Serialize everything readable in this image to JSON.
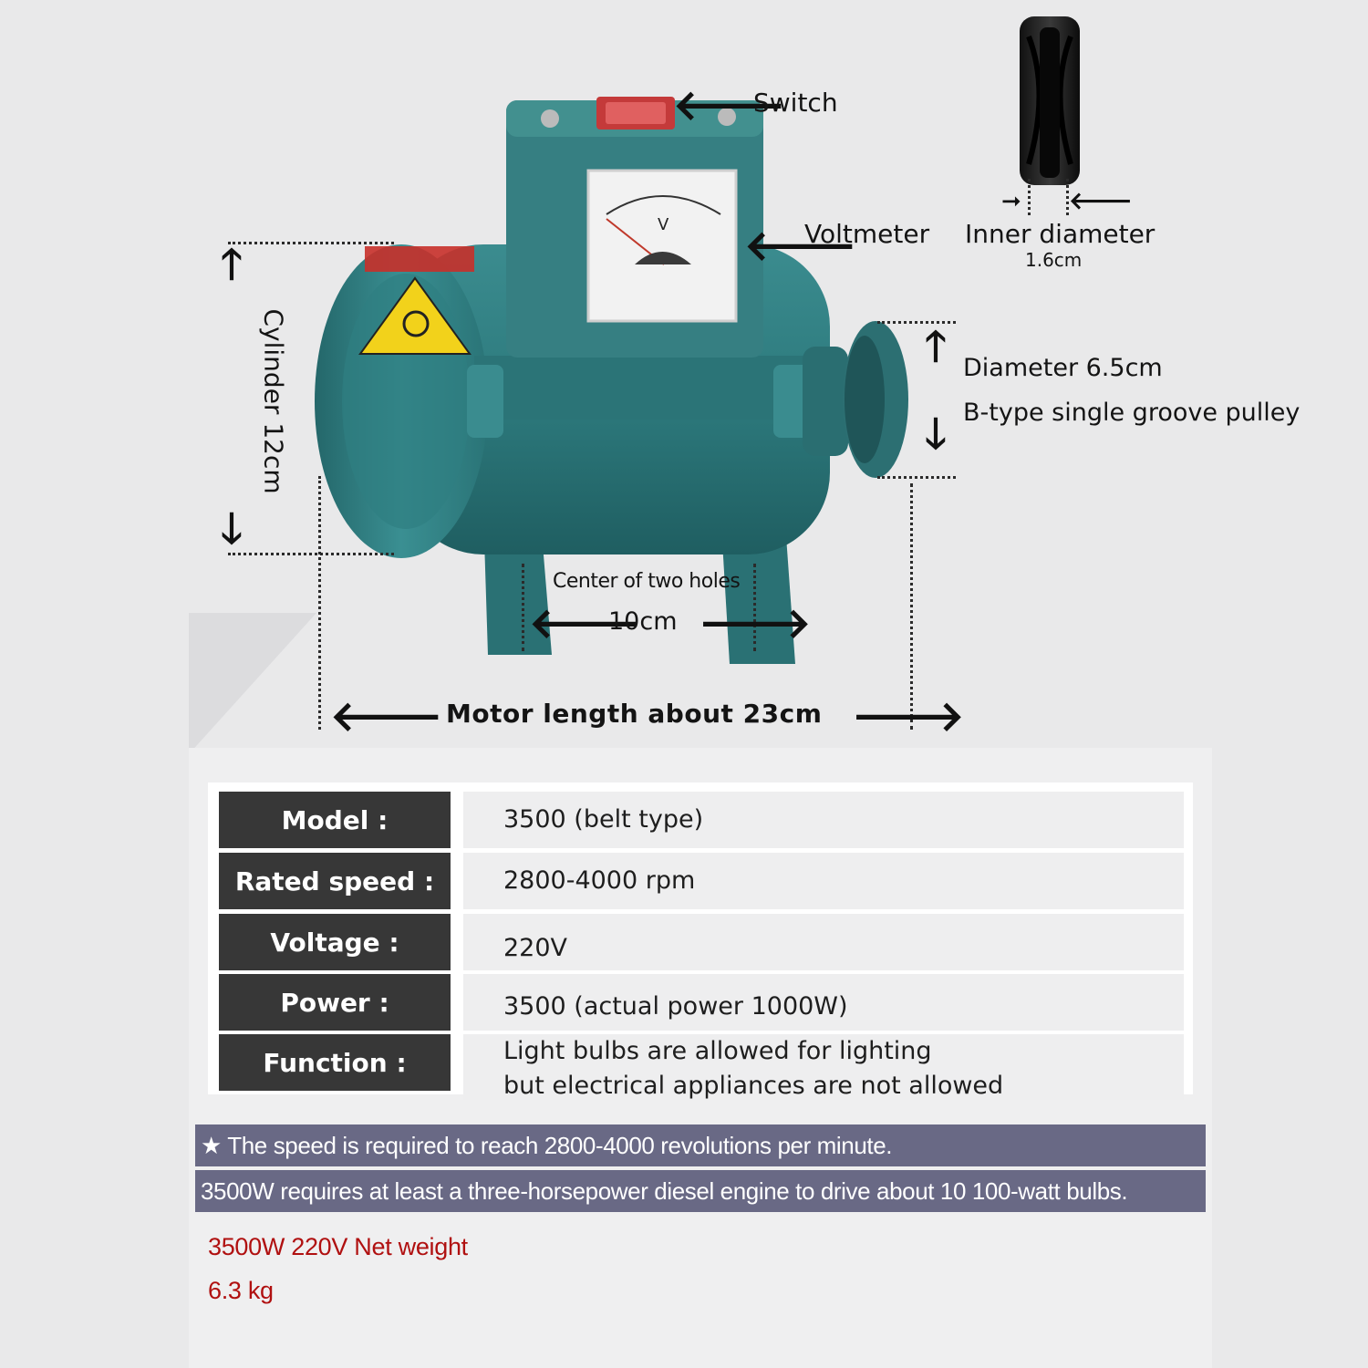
{
  "diagram": {
    "switch_label": "Switch",
    "voltmeter_label": "Voltmeter",
    "dial_unit": "V",
    "inner_diameter_label": "Inner diameter",
    "inner_diameter_value": "1.6cm",
    "pulley_diameter_label": "Diameter 6.5cm",
    "pulley_type_label": "B-type single groove pulley",
    "cylinder_label": "Cylinder 12cm",
    "holes_label": "Center of two holes",
    "holes_value": "10cm",
    "length_label": "Motor length about 23cm"
  },
  "specs": [
    {
      "key": "Model :",
      "value": "3500 (belt type)"
    },
    {
      "key": "Rated speed :",
      "value": "2800-4000 rpm"
    },
    {
      "key": "Voltage :",
      "value": "220V"
    },
    {
      "key": "Power :",
      "value": "3500  (actual power 1000W)"
    },
    {
      "key": "Function :",
      "value_line1": "Light bulbs are allowed for lighting",
      "value_line2": "but electrical appliances are not allowed"
    }
  ],
  "notes": [
    "★ The speed is required to reach 2800-4000 revolutions per minute.",
    "3500W requires at least a three-horsepower diesel engine to drive about 10 100-watt bulbs."
  ],
  "weight": {
    "line1": "3500W 220V Net weight",
    "line2": "6.3 kg"
  },
  "colors": {
    "motor_body": "#2f7d80",
    "table_key_bg": "#373737",
    "note_bar_bg": "#696985",
    "weight_text": "#b01010"
  }
}
